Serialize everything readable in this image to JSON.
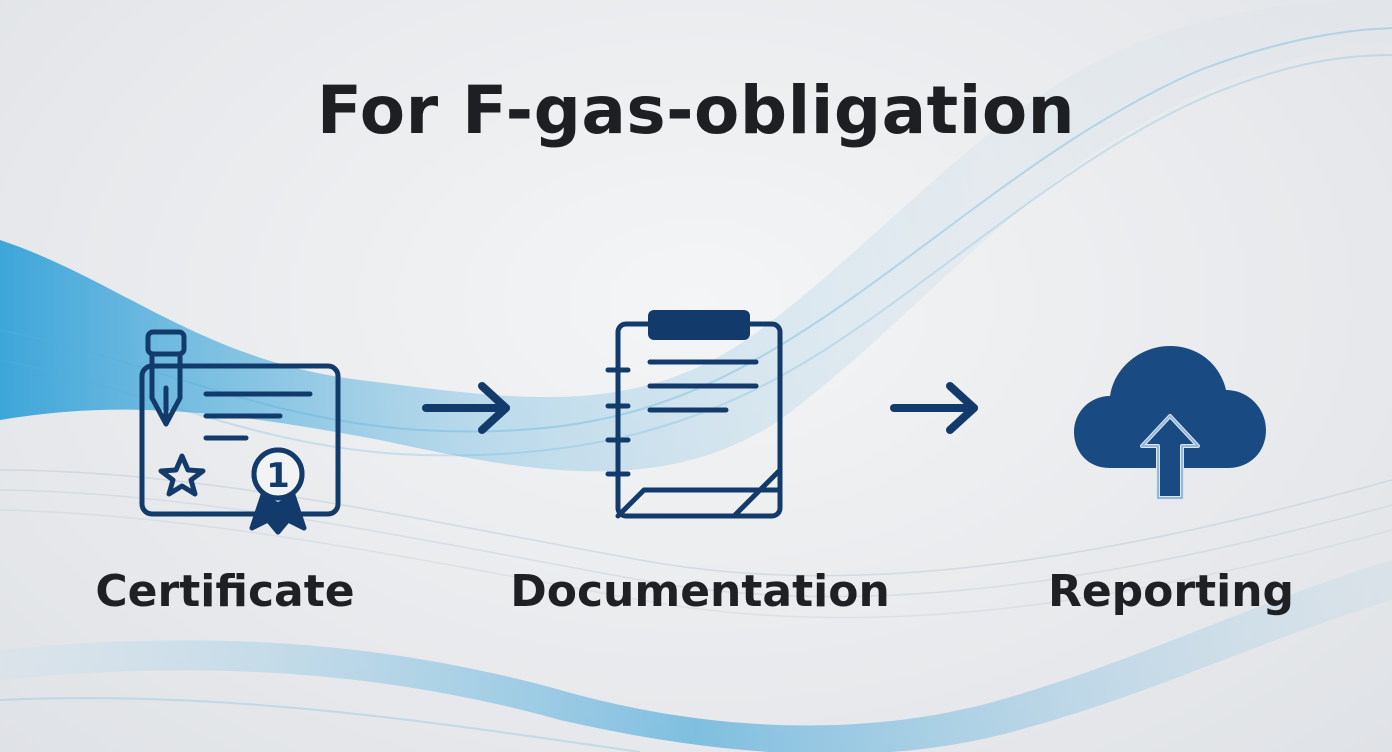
{
  "title": "For F-gas-obligation",
  "steps": [
    {
      "label": "Certificate",
      "icon": "certificate-icon"
    },
    {
      "label": "Documentation",
      "icon": "clipboard-icon"
    },
    {
      "label": "Reporting",
      "icon": "cloud-upload-icon"
    }
  ],
  "colors": {
    "icon": "#123b6c",
    "icon_fill": "#1a4a82",
    "wave": "#2a9fd6",
    "text": "#1e2024"
  }
}
